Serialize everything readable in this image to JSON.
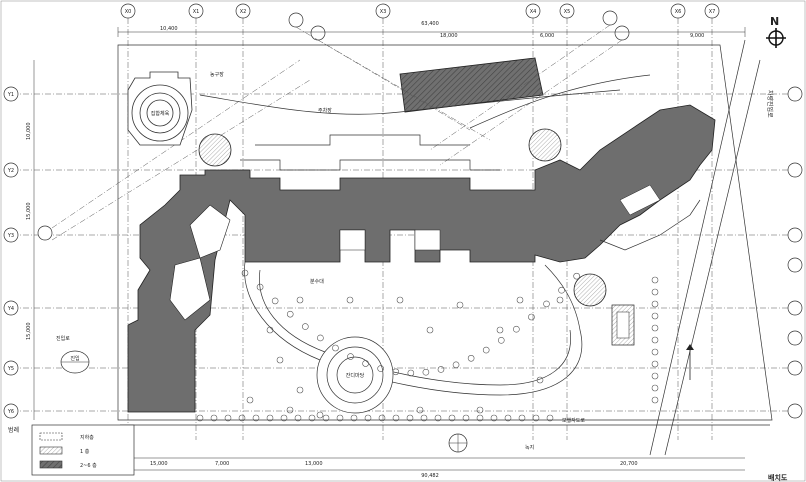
{
  "north": {
    "label": "N"
  },
  "grid_columns": [
    "X0",
    "X1",
    "X2",
    "X3",
    "X4",
    "X5",
    "X6",
    "X7"
  ],
  "grid_rows": [
    "Y1",
    "Y2",
    "Y3",
    "Y4",
    "Y5",
    "Y6"
  ],
  "dimensions": {
    "top_total": "63,400",
    "top_segments": [
      "10,400",
      "18,000",
      "6,000",
      "9,000"
    ],
    "bottom_total": "90,482",
    "bottom_segments": [
      "15,000",
      "7,000",
      "13,000",
      "20,700"
    ],
    "left_segments": [
      "10,000",
      "15,000",
      "15,000"
    ]
  },
  "labels": {
    "entrance_road": "진입로",
    "rotunda": "집합체육",
    "plaza": "잔디마당",
    "access": "차량진입로",
    "notes": [
      "농구장",
      "진입",
      "주차장",
      "보행자도로",
      "분수대",
      "녹지"
    ]
  },
  "legend": {
    "title": "범례",
    "items": [
      {
        "label": "지하층"
      },
      {
        "label": "1 층"
      },
      {
        "label": "2~6 층"
      }
    ]
  },
  "footer_mark": "배치도"
}
